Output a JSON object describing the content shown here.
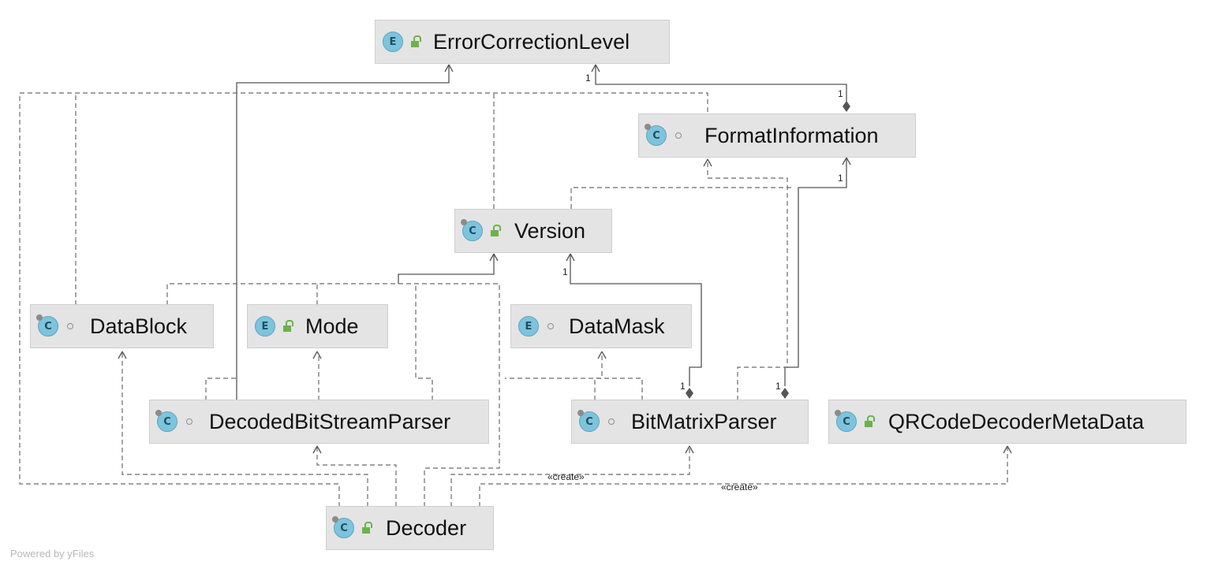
{
  "classes": {
    "error_correction_level": {
      "name": "ErrorCorrectionLevel",
      "kind": "E",
      "visibility": "public",
      "icon": "enum-icon"
    },
    "format_information": {
      "name": "FormatInformation",
      "kind": "C",
      "visibility": "package",
      "icon": "class-icon"
    },
    "version": {
      "name": "Version",
      "kind": "C",
      "visibility": "public",
      "icon": "class-icon"
    },
    "data_block": {
      "name": "DataBlock",
      "kind": "C",
      "visibility": "package",
      "icon": "class-icon"
    },
    "mode": {
      "name": "Mode",
      "kind": "E",
      "visibility": "public",
      "icon": "enum-icon"
    },
    "data_mask": {
      "name": "DataMask",
      "kind": "E",
      "visibility": "package",
      "icon": "enum-icon"
    },
    "decoded_bit_stream_parser": {
      "name": "DecodedBitStreamParser",
      "kind": "C",
      "visibility": "package",
      "icon": "class-icon"
    },
    "bit_matrix_parser": {
      "name": "BitMatrixParser",
      "kind": "C",
      "visibility": "package",
      "icon": "class-icon"
    },
    "qrcode_decoder_meta_data": {
      "name": "QRCodeDecoderMetaData",
      "kind": "C",
      "visibility": "public",
      "icon": "class-icon"
    },
    "decoder": {
      "name": "Decoder",
      "kind": "C",
      "visibility": "public",
      "icon": "class-icon"
    }
  },
  "edge_labels": {
    "format_ecl_source": "1",
    "format_ecl_target": "1",
    "bmp_format_source": "1",
    "bmp_format_target": "1",
    "bmp_version_source": "1",
    "bmp_version_target": "1",
    "create_bmp": "«create»",
    "create_metadata": "«create»"
  },
  "footer": "Powered by yFiles",
  "colors": {
    "node_fill": "#e4e4e4",
    "node_border": "#cfcfcf",
    "class_icon": "#7ec3dc",
    "public_lock": "#6bb24c",
    "edge": "#555555",
    "dependency_edge": "#6b6b6b"
  }
}
